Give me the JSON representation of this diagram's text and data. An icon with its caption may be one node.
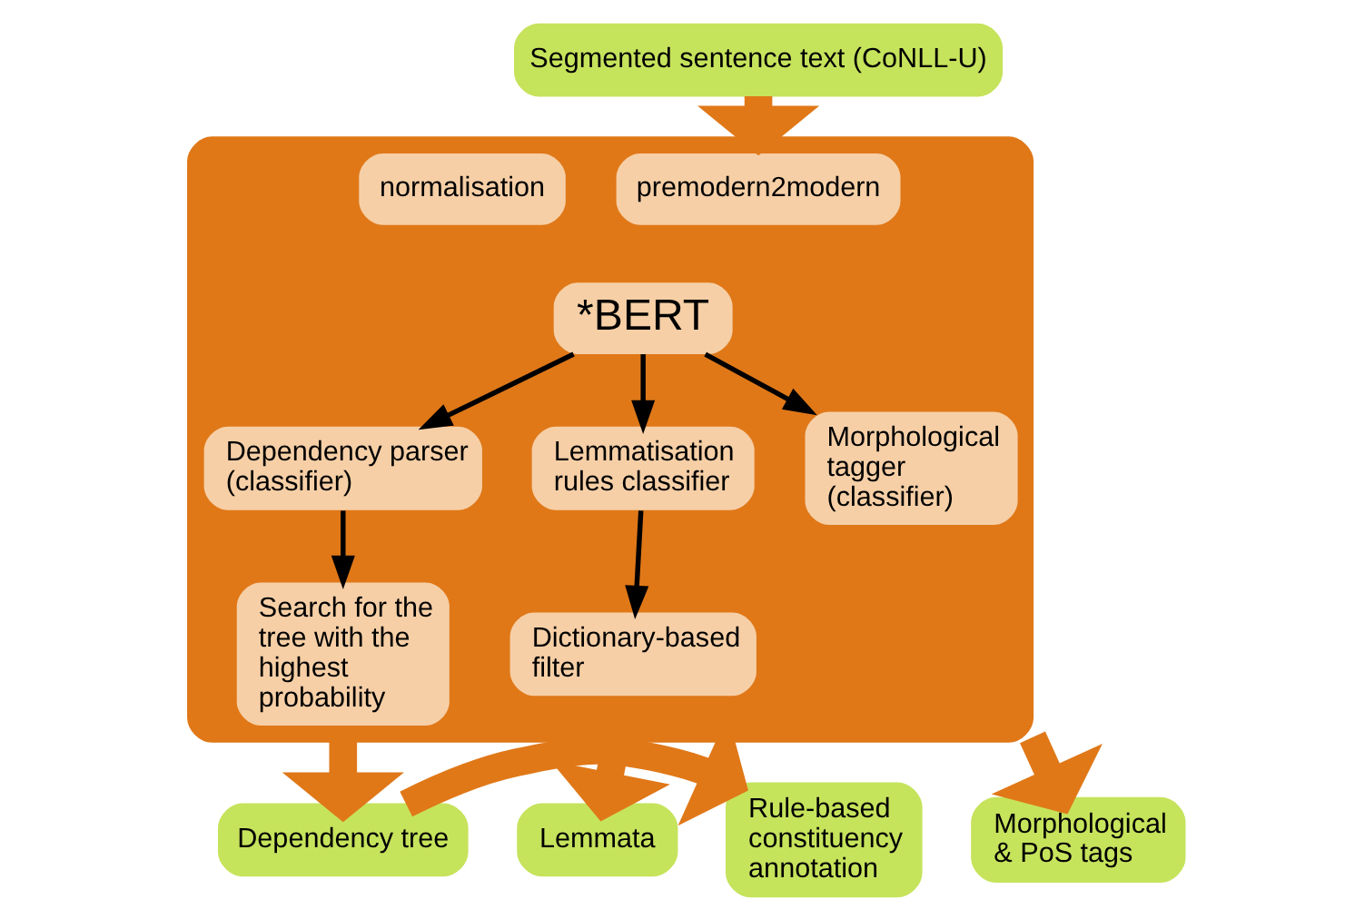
{
  "diagram": {
    "nodes": [
      {
        "text": [
          "Segmented sentence text (CoNLL-U)"
        ]
      },
      {
        "text": [],
        "shape": "box"
      },
      {
        "text": [
          "premodern2modern"
        ],
        "in": 1
      },
      {
        "text": [
          "normalisation"
        ],
        "in": 1
      },
      {
        "text": [
          "*BERT"
        ],
        "in": 1
      },
      {
        "text": [
          "Dependency parser (classifier)"
        ],
        "in": 1
      },
      {
        "text": [
          "Lemmatisation rules classifier"
        ],
        "in": 1
      },
      {
        "text": [
          "Morphological tagger (classifier)"
        ],
        "in": 1
      },
      {
        "text": [
          "Search for the tree with the highest probability"
        ],
        "in": 1
      },
      {
        "text": [
          "Dictionary-based filter"
        ],
        "in": 1
      },
      {
        "text": [
          "Rule-based constituency annotation"
        ]
      },
      {
        "text": [
          "Dependency tree"
        ]
      },
      {
        "text": [
          "Lemmata"
        ]
      },
      {
        "text": [
          "Morphological & PoS tags"
        ]
      }
    ],
    "edges": [
      {
        "from": 0,
        "to": 1,
        "arrow": "to",
        "style": "thick",
        "color": "#e07818"
      },
      {
        "from": 4,
        "to": 5,
        "arrow": "to",
        "color": "#000000"
      },
      {
        "from": 4,
        "to": 6,
        "arrow": "to",
        "color": "#000000"
      },
      {
        "from": 4,
        "to": 7,
        "arrow": "to",
        "color": "#000000"
      },
      {
        "from": 5,
        "to": 8,
        "arrow": "to",
        "color": "#000000"
      },
      {
        "from": 6,
        "to": 9,
        "arrow": "to",
        "color": "#000000"
      },
      {
        "from": 1,
        "to": 11,
        "arrow": "to",
        "style": "thick",
        "color": "#e07818"
      },
      {
        "from": 1,
        "to": 12,
        "arrow": "to",
        "style": "thick",
        "color": "#e07818"
      },
      {
        "from": 1,
        "to": 13,
        "arrow": "to",
        "style": "thick",
        "color": "#e07818"
      },
      {
        "from": 11,
        "to": 10,
        "arrow": "to",
        "style": "thick",
        "color": "#e07818"
      }
    ]
  }
}
